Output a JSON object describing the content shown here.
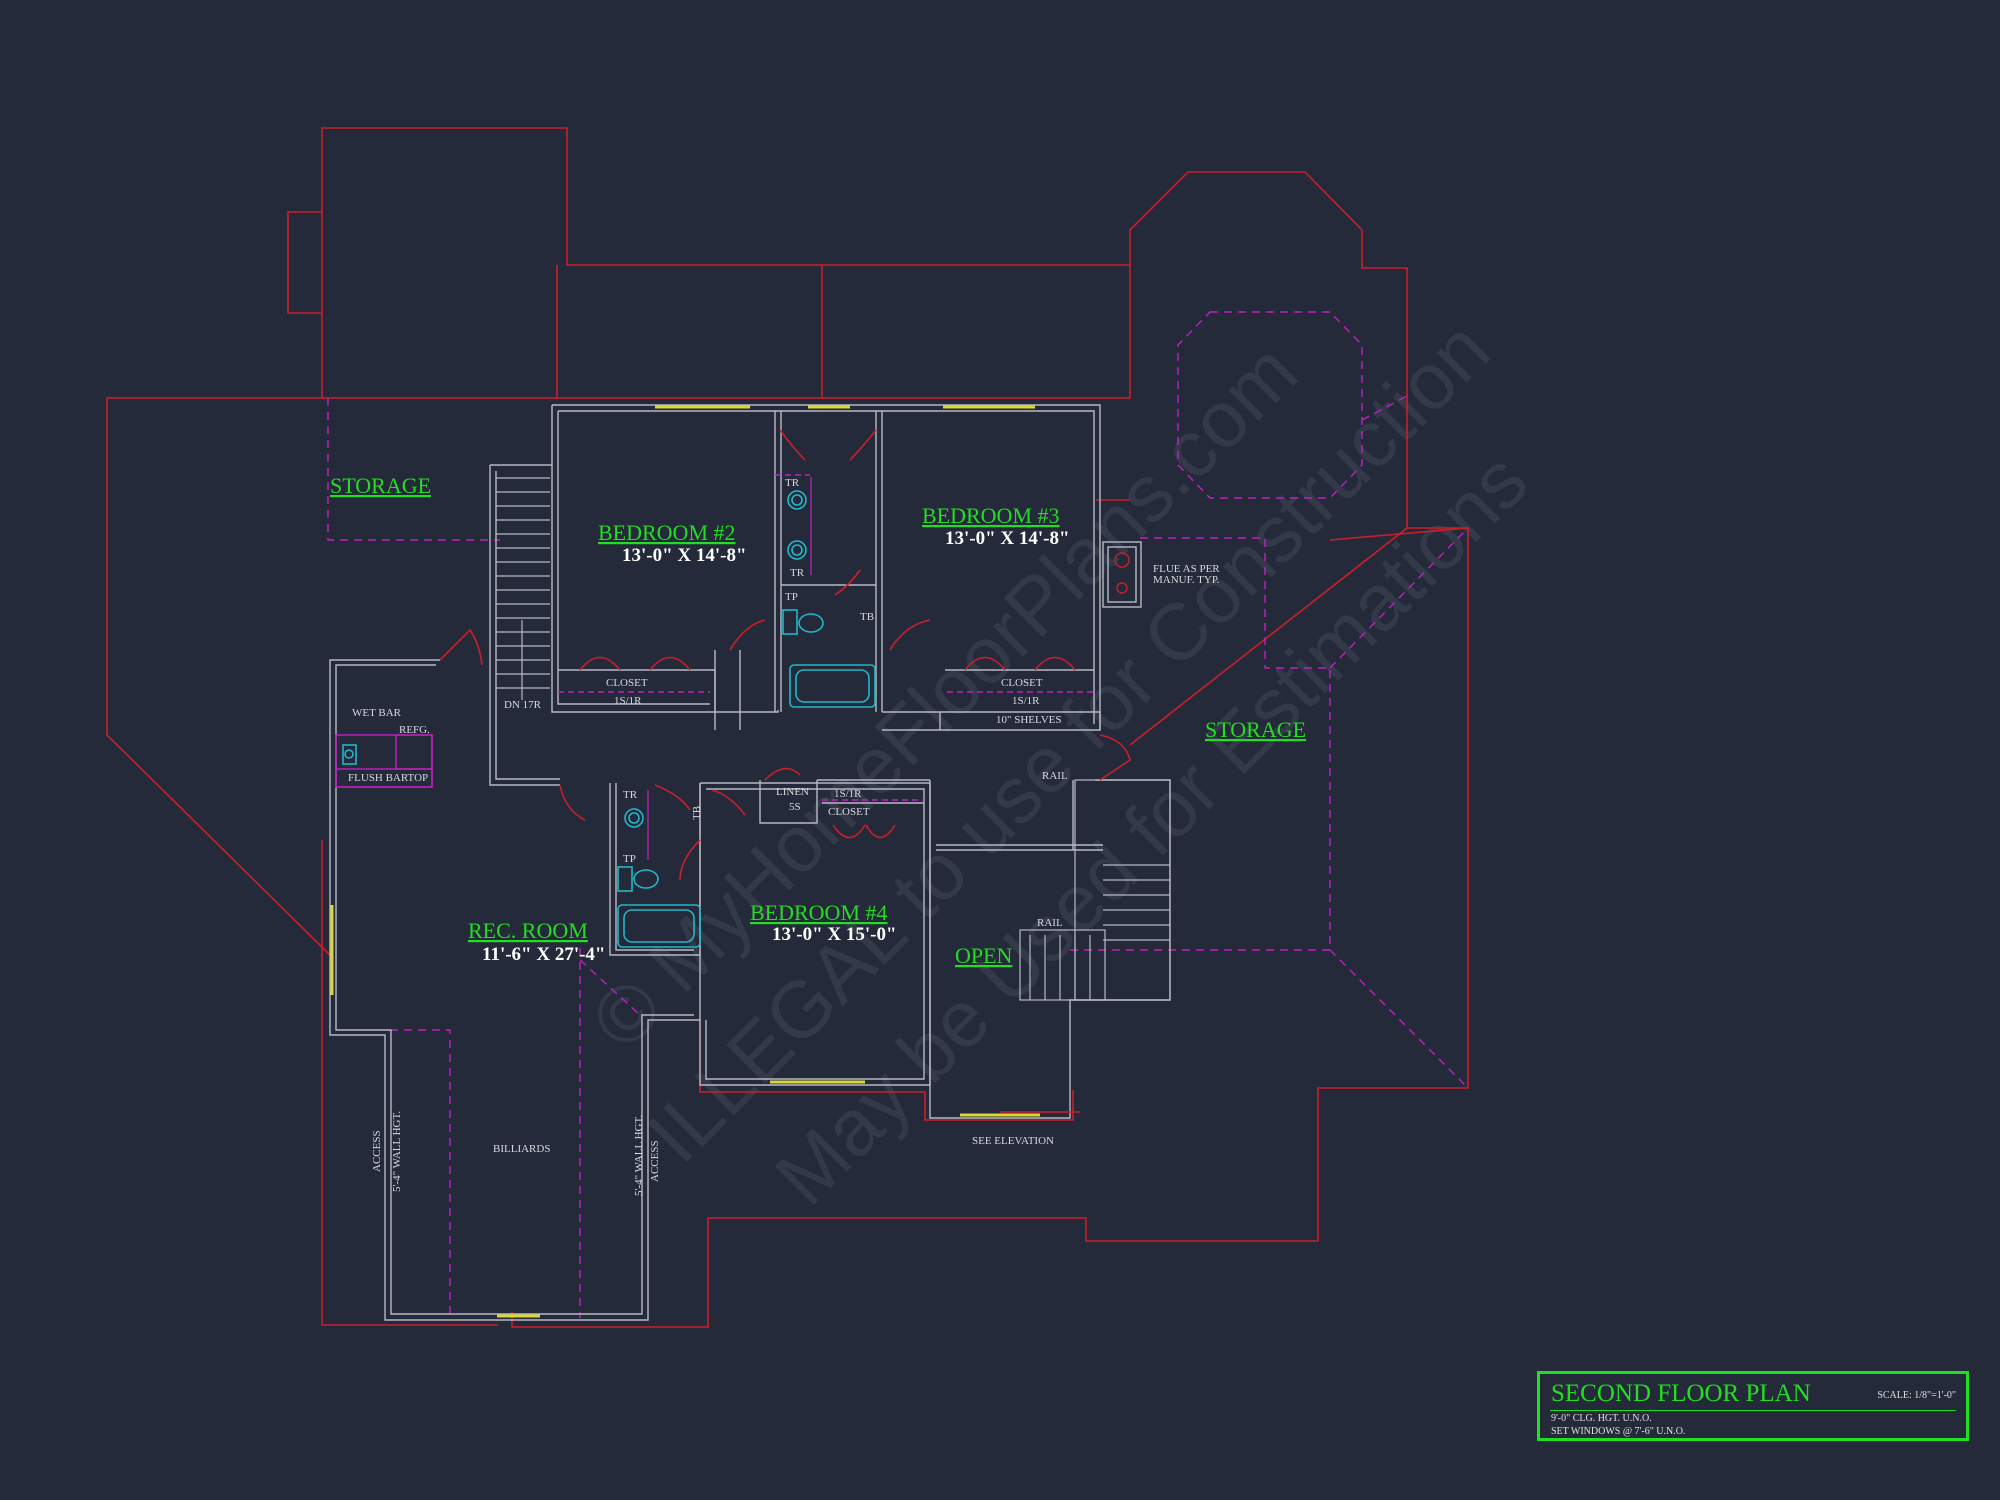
{
  "watermark": {
    "line1": "© MyHomeFloorPlans.com",
    "line2": "ILLEGAL to use for Construction",
    "line3": "May be Used for Estimations"
  },
  "rooms": {
    "storage_left": "STORAGE",
    "storage_right": "STORAGE",
    "bedroom2": {
      "name": "BEDROOM #2",
      "dims": "13'-0\" X 14'-8\""
    },
    "bedroom3": {
      "name": "BEDROOM #3",
      "dims": "13'-0\" X 14'-8\""
    },
    "bedroom4": {
      "name": "BEDROOM #4",
      "dims": "13'-0\" X 15'-0\""
    },
    "rec_room": {
      "name": "REC. ROOM",
      "dims": "11'-6\" X 27'-4\""
    },
    "open": "OPEN"
  },
  "notes": {
    "tr_a": "TR",
    "tr_b": "TR",
    "tp_a": "TP",
    "tb_a": "TB",
    "tr_c": "TR",
    "tp_b": "TP",
    "tb_b": "TB",
    "closet_b2": "CLOSET",
    "shelf_b2": "1S/1R",
    "closet_b3": "CLOSET",
    "shelf_b3": "1S/1R",
    "shelves10": "10\" SHELVES",
    "dn17r": "DN 17R",
    "wet_bar": "WET BAR",
    "refg": "REFG.",
    "flush_bartop": "FLUSH BARTOP",
    "linen": "LINEN",
    "linen_5s": "5S",
    "closet_b4_shelf": "1S/1R",
    "closet_b4": "CLOSET",
    "rail_upper": "RAIL",
    "rail_lower": "RAIL",
    "flue_1": "FLUE AS PER",
    "flue_2": "MANUF. TYP.",
    "billiards": "BILLIARDS",
    "see_elevation": "SEE ELEVATION",
    "access_left": "ACCESS",
    "wall_left": "5'-4\" WALL HGT.",
    "wall_right": "5'-4\" WALL HGT.",
    "access_right": "ACCESS"
  },
  "title_block": {
    "title": "SECOND FLOOR PLAN",
    "scale": "SCALE: 1/8\"=1'-0\"",
    "note1": "9'-0\" CLG. HGT. U.N.O.",
    "note2": "SET WINDOWS @ 7'-6\" U.N.O."
  },
  "colors": {
    "background": "#252a3a",
    "roof_line": "#c8202a",
    "wall": "#b8b8c4",
    "room_label": "#22dd22",
    "dashed": "#c020c0",
    "window": "#d8d830",
    "fixture": "#20b8c8"
  }
}
